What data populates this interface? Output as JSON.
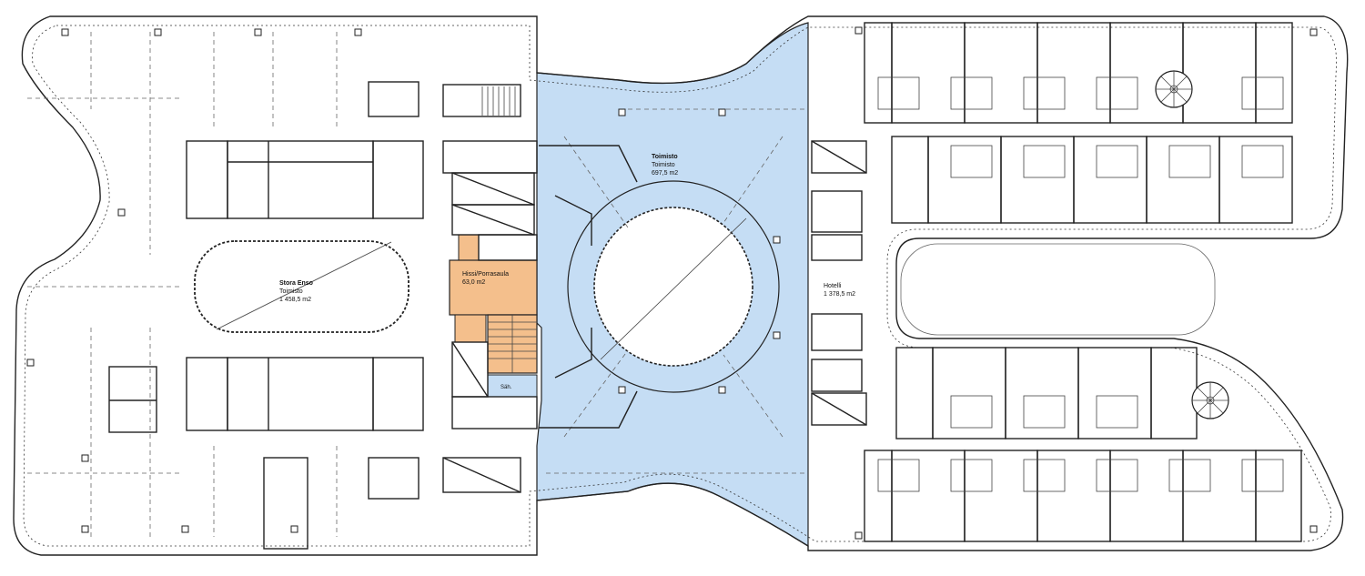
{
  "plan": {
    "zones": [
      {
        "id": "stora-enso",
        "title": "Stora Enso",
        "use": "Toimisto",
        "area": "1 458,5 m2",
        "fill": ""
      },
      {
        "id": "toimisto",
        "title": "Toimisto",
        "use": "Toimisto",
        "area": "697,5 m2",
        "fill": "#c5ddf4"
      },
      {
        "id": "hissi",
        "title": "Hissi/Porrasaula",
        "use": "",
        "area": "63,0 m2",
        "fill": "#f4bf8c"
      },
      {
        "id": "hotelli",
        "title": "Hotelli",
        "use": "",
        "area": "1 378,5 m2",
        "fill": ""
      }
    ],
    "room_labels": {
      "sah": "Säh."
    },
    "colors": {
      "office": "#c5ddf4",
      "core": "#f4bf8c",
      "line": "#222222"
    }
  }
}
